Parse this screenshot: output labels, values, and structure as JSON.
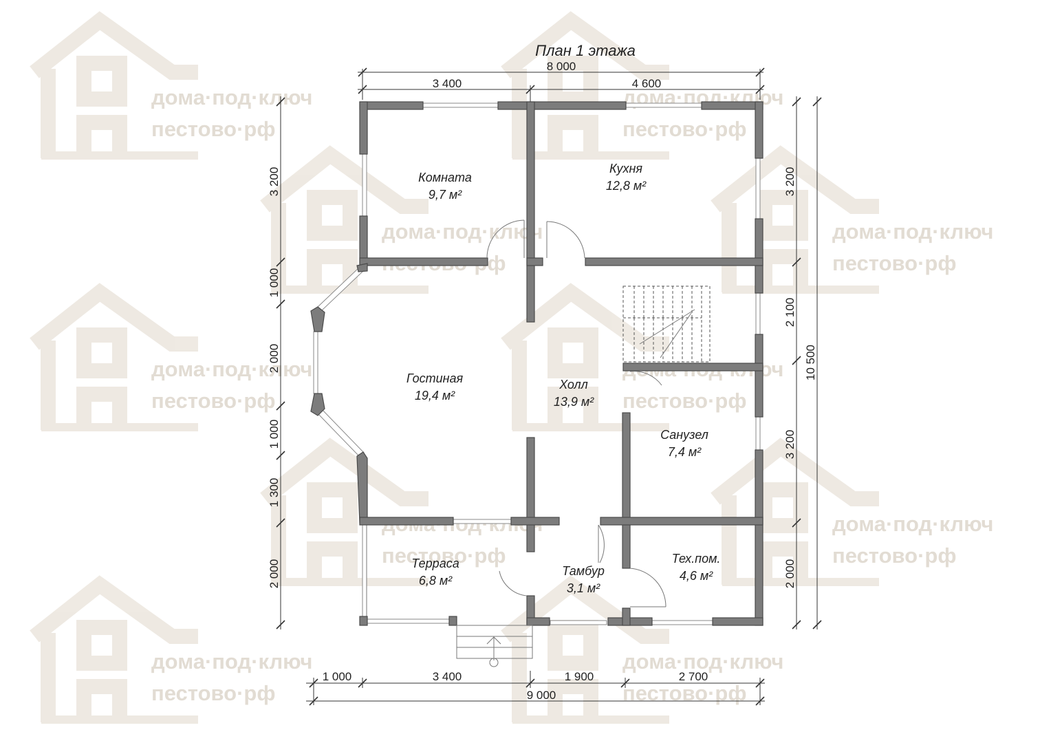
{
  "title": "План 1 этажа",
  "watermark": {
    "line1": "дома·под·ключ",
    "line2": "пестово·рф",
    "color": "#ece6de"
  },
  "rooms": [
    {
      "id": "komnata",
      "name": "Комната",
      "area": "9,7 м²"
    },
    {
      "id": "kukhnya",
      "name": "Кухня",
      "area": "12,8 м²"
    },
    {
      "id": "gostinaya",
      "name": "Гостиная",
      "area": "19,4 м²"
    },
    {
      "id": "kholl",
      "name": "Холл",
      "area": "13,9 м²"
    },
    {
      "id": "sanuzel",
      "name": "Санузел",
      "area": "7,4 м²"
    },
    {
      "id": "terrasa",
      "name": "Терраса",
      "area": "6,8 м²"
    },
    {
      "id": "tambur",
      "name": "Тамбур",
      "area": "3,1 м²"
    },
    {
      "id": "tekhpom",
      "name": "Тех.пом.",
      "area": "4,6 м²"
    }
  ],
  "dimensions": {
    "top_total": "8 000",
    "top_parts": [
      "3 400",
      "4 600"
    ],
    "bottom_total": "9 000",
    "bottom_parts": [
      "1 000",
      "3 400",
      "1 900",
      "2 700"
    ],
    "left_parts": [
      "3 200",
      "1 000",
      "2 000",
      "1 000",
      "1 300",
      "2 000"
    ],
    "right_parts": [
      "3 200",
      "2 100",
      "3 200",
      "2 000"
    ],
    "right_total": "10 500"
  }
}
